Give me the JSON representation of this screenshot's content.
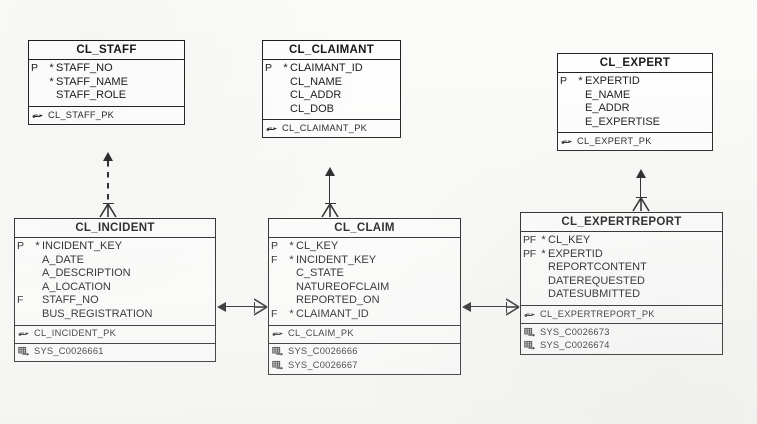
{
  "diagram": {
    "type": "entity-relationship-diagram",
    "notation": "barker-crowsfoot",
    "entities": [
      {
        "id": "cl_staff",
        "name": "CL_STAFF",
        "attributes": [
          {
            "key": "P",
            "mandatory": "*",
            "name": "STAFF_NO"
          },
          {
            "key": "",
            "mandatory": "*",
            "name": "STAFF_NAME"
          },
          {
            "key": "",
            "mandatory": "",
            "name": "STAFF_ROLE"
          }
        ],
        "keys": [
          {
            "icon": "primary-key-icon",
            "name": "CL_STAFF_PK"
          }
        ],
        "indexes": []
      },
      {
        "id": "cl_claimant",
        "name": "CL_CLAIMANT",
        "attributes": [
          {
            "key": "P",
            "mandatory": "*",
            "name": "CLAIMANT_ID"
          },
          {
            "key": "",
            "mandatory": "",
            "name": "CL_NAME"
          },
          {
            "key": "",
            "mandatory": "",
            "name": "CL_ADDR"
          },
          {
            "key": "",
            "mandatory": "",
            "name": "CL_DOB"
          }
        ],
        "keys": [
          {
            "icon": "primary-key-icon",
            "name": "CL_CLAIMANT_PK"
          }
        ],
        "indexes": []
      },
      {
        "id": "cl_expert",
        "name": "CL_EXPERT",
        "attributes": [
          {
            "key": "P",
            "mandatory": "*",
            "name": "EXPERTID"
          },
          {
            "key": "",
            "mandatory": "",
            "name": "E_NAME"
          },
          {
            "key": "",
            "mandatory": "",
            "name": "E_ADDR"
          },
          {
            "key": "",
            "mandatory": "",
            "name": "E_EXPERTISE"
          }
        ],
        "keys": [
          {
            "icon": "primary-key-icon",
            "name": "CL_EXPERT_PK"
          }
        ],
        "indexes": []
      },
      {
        "id": "cl_incident",
        "name": "CL_INCIDENT",
        "attributes": [
          {
            "key": "P",
            "mandatory": "*",
            "name": "INCIDENT_KEY"
          },
          {
            "key": "",
            "mandatory": "",
            "name": "A_DATE"
          },
          {
            "key": "",
            "mandatory": "",
            "name": "A_DESCRIPTION"
          },
          {
            "key": "",
            "mandatory": "",
            "name": "A_LOCATION"
          },
          {
            "key": "F",
            "mandatory": "",
            "name": "STAFF_NO"
          },
          {
            "key": "",
            "mandatory": "",
            "name": "BUS_REGISTRATION"
          }
        ],
        "keys": [
          {
            "icon": "primary-key-icon",
            "name": "CL_INCIDENT_PK"
          }
        ],
        "indexes": [
          {
            "icon": "index-icon",
            "name": "SYS_C0026661"
          }
        ]
      },
      {
        "id": "cl_claim",
        "name": "CL_CLAIM",
        "attributes": [
          {
            "key": "P",
            "mandatory": "*",
            "name": "CL_KEY"
          },
          {
            "key": "F",
            "mandatory": "*",
            "name": "INCIDENT_KEY"
          },
          {
            "key": "",
            "mandatory": "",
            "name": "C_STATE"
          },
          {
            "key": "",
            "mandatory": "",
            "name": "NATUREOFCLAIM"
          },
          {
            "key": "",
            "mandatory": "",
            "name": "REPORTED_ON"
          },
          {
            "key": "F",
            "mandatory": "*",
            "name": "CLAIMANT_ID"
          }
        ],
        "keys": [
          {
            "icon": "primary-key-icon",
            "name": "CL_CLAIM_PK"
          }
        ],
        "indexes": [
          {
            "icon": "index-icon",
            "name": "SYS_C0026666"
          },
          {
            "icon": "index-icon",
            "name": "SYS_C0026667"
          }
        ]
      },
      {
        "id": "cl_expertreport",
        "name": "CL_EXPERTREPORT",
        "attributes": [
          {
            "key": "PF",
            "mandatory": "*",
            "name": "CL_KEY"
          },
          {
            "key": "PF",
            "mandatory": "*",
            "name": "EXPERTID"
          },
          {
            "key": "",
            "mandatory": "",
            "name": "REPORTCONTENT"
          },
          {
            "key": "",
            "mandatory": "",
            "name": "DATEREQUESTED"
          },
          {
            "key": "",
            "mandatory": "",
            "name": "DATESUBMITTED"
          }
        ],
        "keys": [
          {
            "icon": "primary-key-icon",
            "name": "CL_EXPERTREPORT_PK"
          }
        ],
        "indexes": [
          {
            "icon": "index-icon",
            "name": "SYS_C0026673"
          },
          {
            "icon": "index-icon",
            "name": "SYS_C0026674"
          }
        ]
      }
    ],
    "relationships": [
      {
        "id": "rel_incident_staff",
        "from": "cl_incident",
        "to": "cl_staff",
        "style": "dashed",
        "parent_end": "arrow-up",
        "child_end": "crows-foot"
      },
      {
        "id": "rel_claim_claimant",
        "from": "cl_claim",
        "to": "cl_claimant",
        "style": "solid",
        "parent_end": "arrow-up",
        "child_end": "crows-foot"
      },
      {
        "id": "rel_report_expert",
        "from": "cl_expertreport",
        "to": "cl_expert",
        "style": "solid",
        "parent_end": "arrow-up",
        "child_end": "crows-foot"
      },
      {
        "id": "rel_claim_incident",
        "from": "cl_claim",
        "to": "cl_incident",
        "style": "solid",
        "parent_end": "arrow-left",
        "child_end": "crows-foot"
      },
      {
        "id": "rel_report_claim",
        "from": "cl_expertreport",
        "to": "cl_claim",
        "style": "solid",
        "parent_end": "arrow-left",
        "child_end": "crows-foot"
      }
    ]
  },
  "colors": {
    "line": "#16181b",
    "text": "#0d0f11",
    "box_fill": "#ffffff",
    "page_bg": "#fbfbf9"
  }
}
